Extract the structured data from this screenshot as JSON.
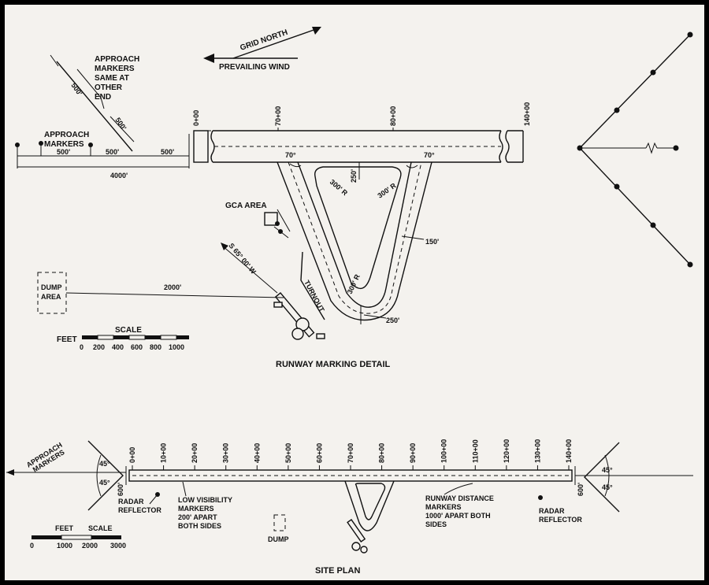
{
  "detail": {
    "approach_markers_note": [
      "APPROACH",
      "MARKERS",
      "SAME AT",
      "OTHER",
      "END"
    ],
    "approach_markers_label": [
      "APPROACH",
      "MARKERS"
    ],
    "dim_500a": "500'",
    "dim_500b": "500'",
    "dim_500c": "500'",
    "dim_500d": "500'",
    "dim_500e": "500'",
    "dim_4000": "4000'",
    "grid_north": "GRID NORTH",
    "prevailing_wind": "PREVAILING WIND",
    "station_start": "0+00",
    "station_70": "70+00",
    "station_80": "80+00",
    "station_140": "140+00",
    "angle_left": "70°",
    "angle_right": "70°",
    "dim_250_top": "250'",
    "radius_left": "300' R",
    "radius_right": "300' R",
    "radius_bottom": "300' R",
    "dim_150": "150'",
    "dim_250_bottom": "250'",
    "gca_area": "GCA AREA",
    "bearing": "S 65° 00' W",
    "turnout": "TURNOUT",
    "dump_area": [
      "DUMP",
      "AREA"
    ],
    "dim_2000": "2000'",
    "scale_title": "SCALE",
    "scale_units": "FEET",
    "scale_ticks": [
      "0",
      "200",
      "400",
      "600",
      "800",
      "1000"
    ],
    "title": "RUNWAY MARKING DETAIL"
  },
  "site": {
    "approach_markers": [
      "APPROACH",
      "MARKERS"
    ],
    "stations": [
      "0+00",
      "10+00",
      "20+00",
      "30+00",
      "40+00",
      "50+00",
      "60+00",
      "70+00",
      "80+00",
      "90+00",
      "100+00",
      "110+00",
      "120+00",
      "130+00",
      "140+00"
    ],
    "angle_45": [
      "45°",
      "45°",
      "45°",
      "45°"
    ],
    "dim_600_left": "600'",
    "dim_600_right": "600'",
    "radar_reflector_left": [
      "RADAR",
      "REFLECTOR"
    ],
    "radar_reflector_right": [
      "RADAR",
      "REFLECTOR"
    ],
    "low_visibility": [
      "LOW VISIBILITY",
      "MARKERS",
      "200' APART",
      "BOTH SIDES"
    ],
    "distance_markers": [
      "RUNWAY DISTANCE",
      "MARKERS",
      "1000' APART BOTH",
      "SIDES"
    ],
    "dump": "DUMP",
    "scale_units": "FEET",
    "scale_title": "SCALE",
    "scale_ticks": [
      "0",
      "1000",
      "2000",
      "3000"
    ],
    "title": "SITE PLAN"
  }
}
